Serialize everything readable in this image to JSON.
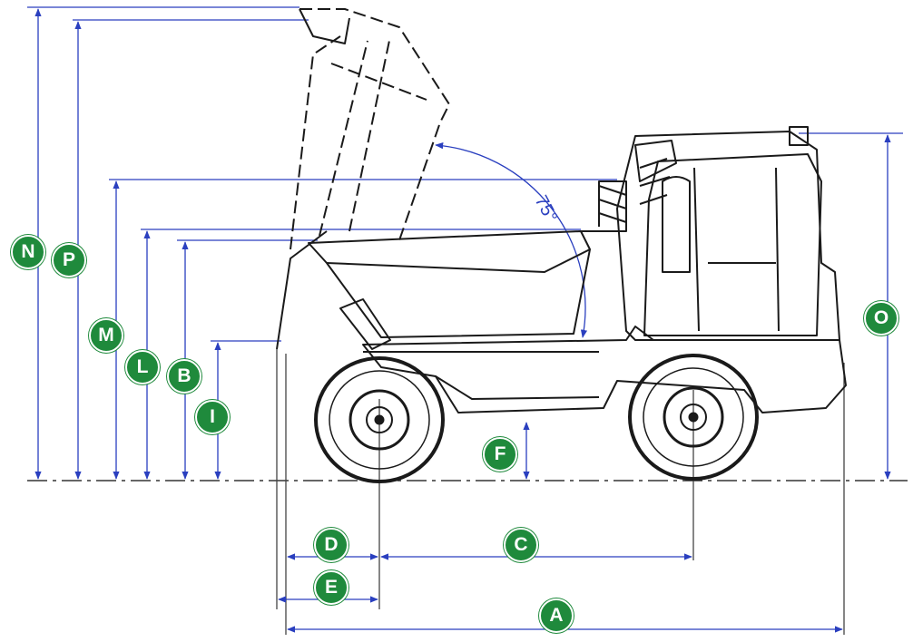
{
  "diagram": {
    "angle_label": "75°",
    "badges": {
      "A": "A",
      "B": "B",
      "C": "C",
      "D": "D",
      "E": "E",
      "F": "F",
      "I": "I",
      "L": "L",
      "M": "M",
      "N": "N",
      "O": "O",
      "P": "P"
    },
    "colors": {
      "dimension_line": "#2a3fbf",
      "badge_fill": "#1f8a3c",
      "drawing_stroke": "#1a1a1a"
    }
  }
}
